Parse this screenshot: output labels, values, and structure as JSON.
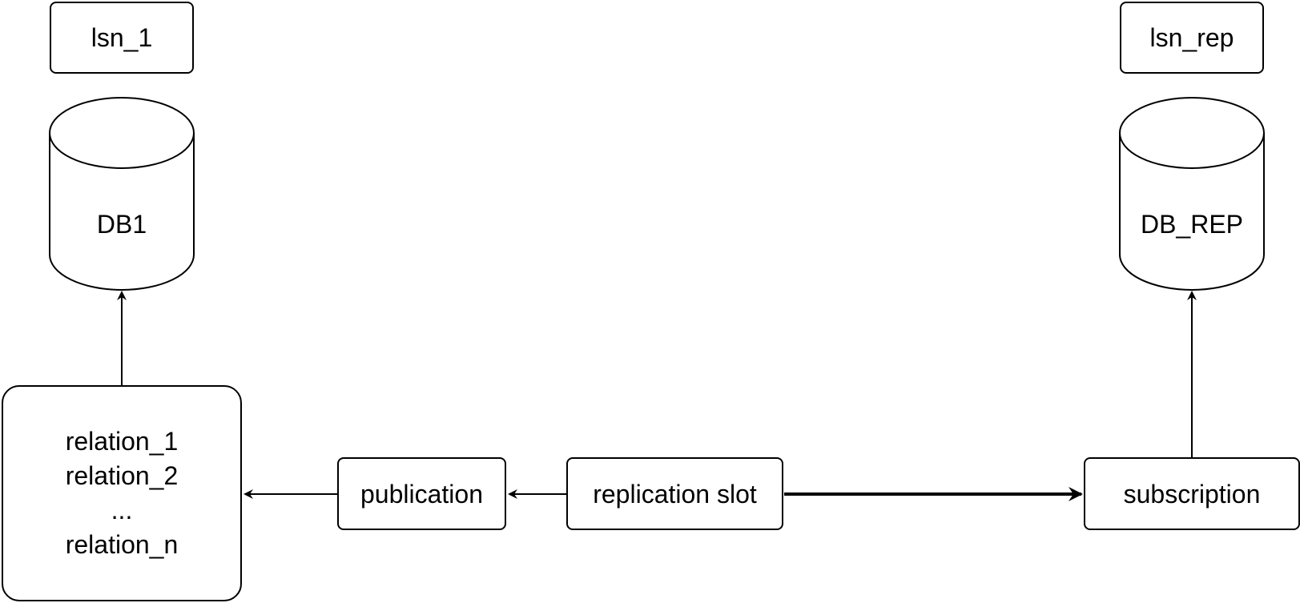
{
  "labels": {
    "lsn_left": "lsn_1",
    "lsn_right": "lsn_rep",
    "db_left": "DB1",
    "db_right": "DB_REP",
    "relations": [
      "relation_1",
      "relation_2",
      "...",
      "relation_n"
    ],
    "publication": "publication",
    "replication_slot": "replication slot",
    "subscription": "subscription"
  },
  "edges": [
    {
      "from": "publication",
      "to": "relations",
      "style": "thin"
    },
    {
      "from": "replication_slot",
      "to": "publication",
      "style": "thin"
    },
    {
      "from": "replication_slot",
      "to": "subscription",
      "style": "thick"
    },
    {
      "from": "relations",
      "to": "db_left",
      "style": "thin"
    },
    {
      "from": "subscription",
      "to": "db_right",
      "style": "thin"
    }
  ],
  "colors": {
    "stroke": "#000000",
    "fill": "#ffffff"
  }
}
